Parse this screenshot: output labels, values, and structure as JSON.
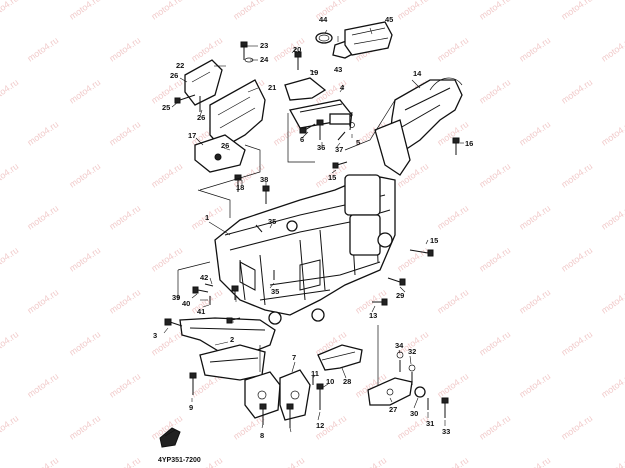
{
  "watermark": "moto4.ru",
  "diagram_code": "4YP351-7200",
  "part_labels": [
    "1",
    "2",
    "3",
    "4",
    "5",
    "6",
    "7",
    "8",
    "9",
    "10",
    "11",
    "12",
    "13",
    "14",
    "15",
    "15",
    "16",
    "17",
    "18",
    "19",
    "20",
    "21",
    "22",
    "23",
    "24",
    "25",
    "26",
    "26",
    "26",
    "27",
    "28",
    "29",
    "30",
    "31",
    "32",
    "33",
    "34",
    "35",
    "35",
    "36",
    "37",
    "38",
    "39",
    "40",
    "41",
    "42",
    "43",
    "44",
    "45"
  ]
}
